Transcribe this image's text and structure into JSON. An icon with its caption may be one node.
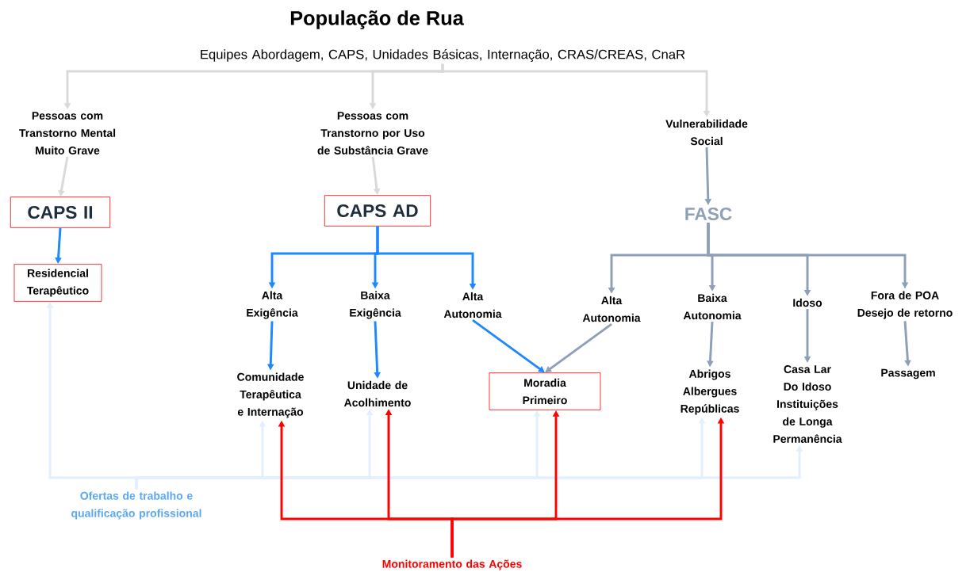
{
  "diagram": {
    "title": "População de Rua",
    "nodes": [
      {
        "text": [
          "Equipes Abordagem, CAPS, Unidades Básicas, Internação, CRAS/CREAS, CnaR"
        ]
      },
      {
        "text": [
          "Pessoas com Transtorno Mental Muito Grave"
        ]
      },
      {
        "text": [
          "Pessoas com Transtorno por Uso de Substância Grave"
        ]
      },
      {
        "text": [
          "Vulnerabilidade Social"
        ]
      },
      {
        "text": [
          "CAPS II"
        ]
      },
      {
        "text": [
          "CAPS AD"
        ]
      },
      {
        "text": [
          "FASC"
        ]
      },
      {
        "text": [
          "Residencial Terapêutico"
        ]
      },
      {
        "text": [
          "Alta Exigência"
        ]
      },
      {
        "text": [
          "Baixa Exigência"
        ]
      },
      {
        "text": [
          "Alta Autonomia"
        ]
      },
      {
        "text": [
          "Comunidade Terapêutica e Internação"
        ]
      },
      {
        "text": [
          "Unidade de Acolhimento"
        ]
      },
      {
        "text": [
          "Moradia Primeiro"
        ]
      },
      {
        "text": [
          "Alta Autonomia"
        ]
      },
      {
        "text": [
          "Baixa Autonomia"
        ]
      },
      {
        "text": [
          "Idoso"
        ]
      },
      {
        "text": [
          "Fora de POA Desejo de retorno"
        ]
      },
      {
        "text": [
          "Abrigos Albergues Repúblicas"
        ]
      },
      {
        "text": [
          "Casa Lar Do Idoso Instituições de Longa Permanência"
        ]
      },
      {
        "text": [
          "Passagem"
        ]
      },
      {
        "text": [
          "Ofertas de trabalho e qualificação profissional"
        ]
      },
      {
        "text": [
          "Monitoramento das Ações"
        ]
      }
    ],
    "edges": [
      {
        "from": 0,
        "to": 1,
        "arrow": "to",
        "color": "#d9d9d9"
      },
      {
        "from": 0,
        "to": 2,
        "arrow": "to",
        "color": "#d9d9d9"
      },
      {
        "from": 0,
        "to": 3,
        "arrow": "to",
        "color": "#d9d9d9"
      },
      {
        "from": 1,
        "to": 4,
        "arrow": "to",
        "color": "#d9d9d9"
      },
      {
        "from": 2,
        "to": 5,
        "arrow": "to",
        "color": "#d9d9d9"
      },
      {
        "from": 3,
        "to": 6,
        "arrow": "to"
      },
      {
        "from": 4,
        "to": 7,
        "arrow": "to",
        "color": "#1e88ff"
      },
      {
        "from": 5,
        "to": 8,
        "arrow": "to",
        "color": "#1e88ff"
      },
      {
        "from": 5,
        "to": 9,
        "arrow": "to",
        "color": "#1e88ff"
      },
      {
        "from": 5,
        "to": 10,
        "arrow": "to",
        "color": "#1e88ff"
      },
      {
        "from": 8,
        "to": 11,
        "arrow": "to",
        "color": "#1e88ff"
      },
      {
        "from": 9,
        "to": 12,
        "arrow": "to",
        "color": "#1e88ff"
      },
      {
        "from": 10,
        "to": 13,
        "arrow": "to",
        "color": "#1e88ff"
      },
      {
        "from": 6,
        "to": 14,
        "arrow": "to"
      },
      {
        "from": 6,
        "to": 15,
        "arrow": "to"
      },
      {
        "from": 6,
        "to": 16,
        "arrow": "to"
      },
      {
        "from": 6,
        "to": 17,
        "arrow": "to"
      },
      {
        "from": 14,
        "to": 13,
        "arrow": "to"
      },
      {
        "from": 15,
        "to": 18,
        "arrow": "to"
      },
      {
        "from": 16,
        "to": 19,
        "arrow": "to"
      },
      {
        "from": 17,
        "to": 20,
        "arrow": "to"
      },
      {
        "from": 21,
        "to": 7,
        "arrow": "to",
        "color": "#e3efff"
      },
      {
        "from": 21,
        "to": 11,
        "arrow": "to",
        "color": "#e3efff"
      },
      {
        "from": 21,
        "to": 12,
        "arrow": "to",
        "color": "#e3efff"
      },
      {
        "from": 21,
        "to": 13,
        "arrow": "to",
        "color": "#e3efff"
      },
      {
        "from": 21,
        "to": 18,
        "arrow": "to",
        "color": "#e3efff"
      },
      {
        "from": 21,
        "to": 19,
        "arrow": "to",
        "color": "#e3efff"
      },
      {
        "from": 22,
        "to": 11,
        "arrow": "to",
        "color": "#ff0000"
      },
      {
        "from": 22,
        "to": 12,
        "arrow": "to",
        "color": "#ff0000"
      },
      {
        "from": 22,
        "to": 13,
        "arrow": "to",
        "color": "#ff0000"
      },
      {
        "from": 22,
        "to": 18,
        "arrow": "to",
        "color": "#ff0000"
      }
    ]
  }
}
